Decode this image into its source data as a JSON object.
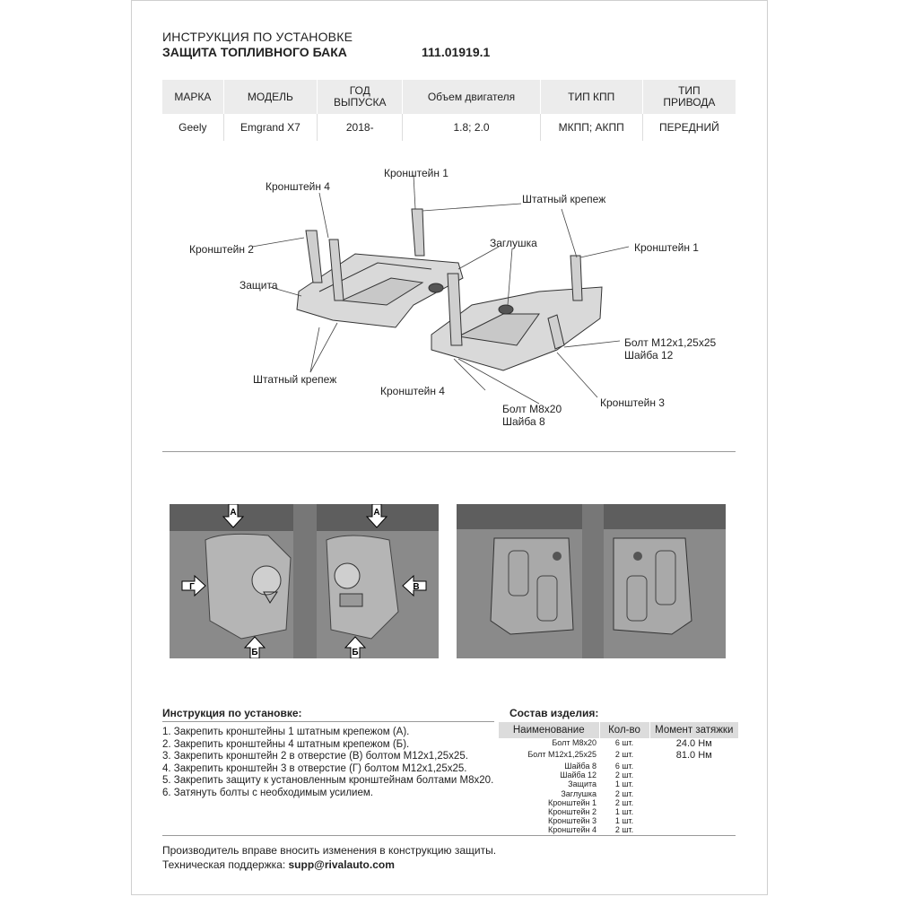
{
  "header": {
    "line1": "ИНСТРУКЦИЯ ПО УСТАНОВКЕ",
    "line2": "ЗАЩИТА ТОПЛИВНОГО БАКА",
    "part_number": "111.01919.1"
  },
  "spec_table": {
    "headers": [
      [
        "МАРКА"
      ],
      [
        "МОДЕЛЬ"
      ],
      [
        "ГОД",
        "ВЫПУСКА"
      ],
      [
        "Объем двигателя"
      ],
      [
        "ТИП КПП"
      ],
      [
        "ТИП",
        "ПРИВОДА"
      ]
    ],
    "row": [
      "Geely",
      "Emgrand X7",
      "2018-",
      "1.8; 2.0",
      "МКПП; АКПП",
      "ПЕРЕДНИЙ"
    ]
  },
  "diagram_labels": {
    "bracket4_top": "Кронштейн 4",
    "bracket1_top": "Кронштейн 1",
    "std_fastener_top": "Штатный крепеж",
    "bracket2": "Кронштейн 2",
    "plug": "Заглушка",
    "bracket1_right": "Кронштейн 1",
    "guard": "Защита",
    "bolt_m12": "Болт М12х1,25х25",
    "washer12": "Шайба 12",
    "std_fastener_bottom": "Штатный крепеж",
    "bracket4_bottom": "Кронштейн 4",
    "bracket3": "Кронштейн 3",
    "bolt_m8": "Болт М8х20",
    "washer8": "Шайба 8"
  },
  "photo_markers": {
    "a": "А",
    "b": "Б",
    "v": "В",
    "g": "Г"
  },
  "instructions": {
    "title": "Инструкция по установке:",
    "steps": [
      "1. Закрепить кронштейны 1 штатным крепежом (А).",
      "2. Закрепить кронштейны 4 штатным крепежом (Б).",
      "3. Закрепить кронштейн 2 в отверстие (В) болтом М12х1,25х25.",
      "4. Закрепить кронштейн 3 в отверстие (Г) болтом М12х1,25х25.",
      "5. Закрепить защиту к установленным кронштейнам болтами М8х20.",
      "6. Затянуть болты с необходимым усилием."
    ]
  },
  "composition": {
    "title": "Состав изделия:",
    "headers": [
      "Наименование",
      "Кол-во",
      "Момент затяжки"
    ],
    "items": [
      {
        "name": "Болт М8х20",
        "qty": "6 шт.",
        "torque": "24.0 Нм"
      },
      {
        "name": "Болт М12х1,25х25",
        "qty": "2 шт.",
        "torque": "81.0 Нм"
      },
      {
        "name": "Шайба 8",
        "qty": "6 шт.",
        "torque": ""
      },
      {
        "name": "Шайба 12",
        "qty": "2 шт.",
        "torque": ""
      },
      {
        "name": "Защита",
        "qty": "1 шт.",
        "torque": ""
      },
      {
        "name": "Заглушка",
        "qty": "2 шт.",
        "torque": ""
      },
      {
        "name": "Кронштейн 1",
        "qty": "2 шт.",
        "torque": ""
      },
      {
        "name": "Кронштейн 2",
        "qty": "1 шт.",
        "torque": ""
      },
      {
        "name": "Кронштейн 3",
        "qty": "1 шт.",
        "torque": ""
      },
      {
        "name": "Кронштейн 4",
        "qty": "2 шт.",
        "torque": ""
      }
    ]
  },
  "footer": {
    "notice": "Производитель вправе вносить изменения в конструкцию защиты.",
    "support_label": "Техническая поддержка:",
    "support_email": "supp@rivalauto.com"
  }
}
